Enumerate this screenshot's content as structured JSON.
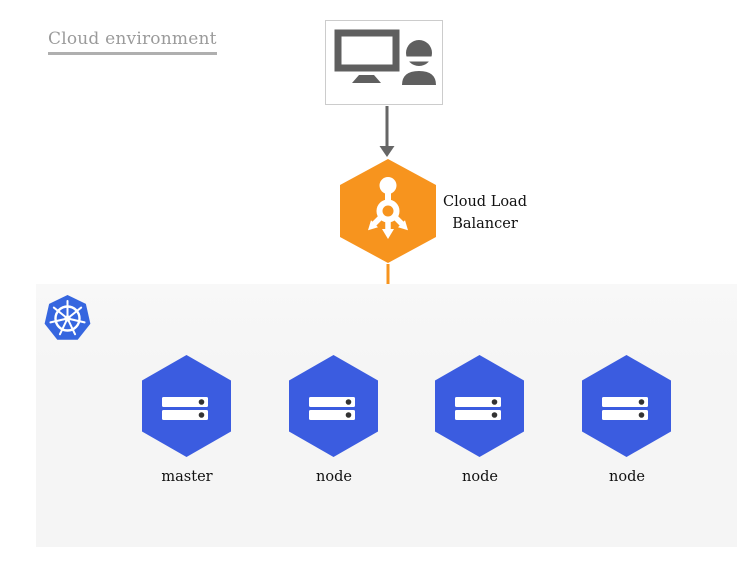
{
  "colors": {
    "orange": "#F7941E",
    "node_blue": "#3B5CE0",
    "k8s_blue": "#3666DF",
    "panel_gray": "#F5F5F5",
    "title_gray": "#9B9B9B",
    "underline_gray": "#AFAFAF",
    "border_gray": "#CCCCCC",
    "icon_gray": "#5F5F5F",
    "arrow_gray": "#666666",
    "dot_dark": "#333333",
    "text_black": "#111111"
  },
  "title": {
    "text": "Cloud environment"
  },
  "client": {
    "icon": "monitor-and-user-icon"
  },
  "load_balancer": {
    "label": "Cloud Load Balancer",
    "icon": "load-balancer-icon"
  },
  "cluster": {
    "platform_icon": "kubernetes-helm-logo",
    "nodes": [
      {
        "label": "master",
        "icon": "server-icon"
      },
      {
        "label": "node",
        "icon": "server-icon"
      },
      {
        "label": "node",
        "icon": "server-icon"
      },
      {
        "label": "node",
        "icon": "server-icon"
      }
    ]
  }
}
